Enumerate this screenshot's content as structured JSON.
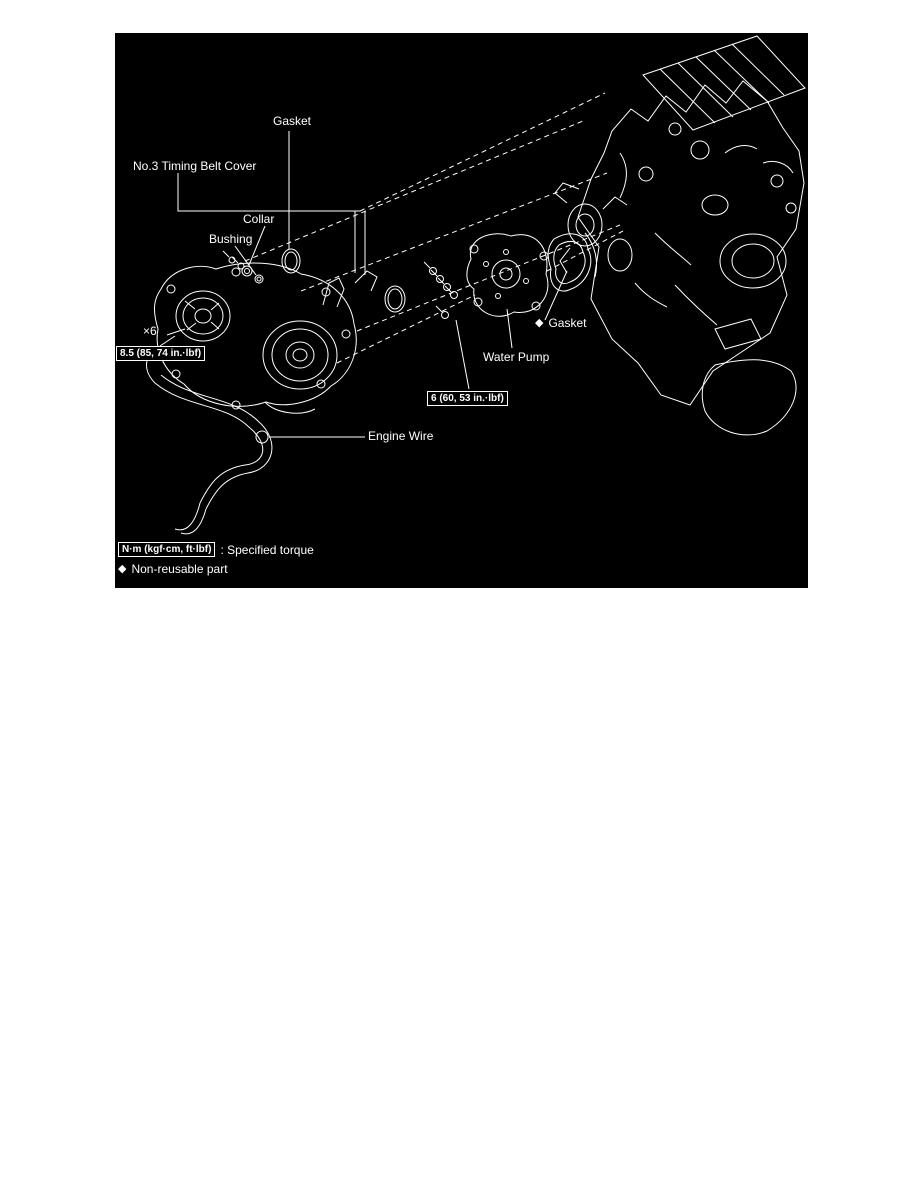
{
  "page": {
    "background": "#ffffff"
  },
  "diagram": {
    "background": "#000000",
    "line_color": "#ffffff",
    "labels": {
      "gasket_top": "Gasket",
      "timing_belt_cover": "No.3 Timing Belt Cover",
      "collar": "Collar",
      "bushing": "Bushing",
      "bolt_count": "×6",
      "torque_cover": "8.5 (85, 74 in.·lbf)",
      "diamond": "◆",
      "gasket_pump": "Gasket",
      "water_pump": "Water Pump",
      "torque_pump": "6 (60, 53 in.·lbf)",
      "engine_wire": "Engine Wire"
    },
    "legend": {
      "torque_box": "N·m (kgf·cm, ft·lbf)",
      "torque_desc": ": Specified torque",
      "diamond": "◆",
      "non_reusable": "Non-reusable part"
    }
  }
}
